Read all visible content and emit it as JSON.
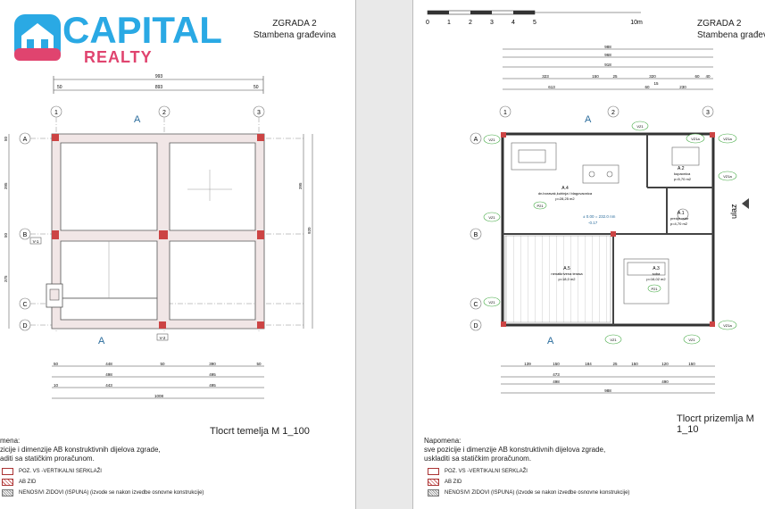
{
  "left_sheet": {
    "building": "ZGRADA 2",
    "subtitle": "Stambena građevina",
    "plan_title": "Tlocrt temelja M 1_100",
    "note_heading": "mena:",
    "note_line1": "zicije i dimenzije AB konstruktivnih dijelova zgrade,",
    "note_line2": "aditi sa statičkim proračunom.",
    "legend": [
      {
        "label": "POZ. VS -VERTIKALNI SERKLAŽI"
      },
      {
        "label": "AB ZID"
      },
      {
        "label": "NENOSIVI ZIDOVI (ISPUNA) (izvode se nakon izvedbe osnovne konstrukcije)"
      }
    ],
    "dims_top": [
      "993",
      "50",
      "893",
      "50"
    ],
    "dims_bottom": [
      "50",
      "448",
      "50",
      "390",
      "50",
      "498",
      "495",
      "10",
      "443",
      "495",
      "1008"
    ],
    "dims_side": [
      "50",
      "395",
      "50",
      "375",
      "50",
      "920"
    ],
    "axes": [
      "1",
      "2",
      "3",
      "A",
      "B",
      "C",
      "D"
    ],
    "section_marks": [
      "A",
      "A"
    ],
    "tags": [
      "V-1",
      "V-2"
    ]
  },
  "right_sheet": {
    "building": "ZGRADA 2",
    "subtitle": "Stambena građevina",
    "plan_title": "Tlocrt prizemlja M 1_10",
    "note_heading": "Napomena:",
    "note_line1": "sve pozicije i dimenzije AB konstruktivnih dijelova zgrade,",
    "note_line2": "uskladiti sa statičkim proračunom.",
    "legend": [
      {
        "label": "POZ. VS -VERTIKALNI SERKLAŽI"
      },
      {
        "label": "AB ZID"
      },
      {
        "label": "NENOSIVI ZIDOVI (ISPUNA) (izvode se nakon izvedbe osnovne konstrukcije)"
      }
    ],
    "scale_ticks": [
      "0",
      "1",
      "2",
      "3",
      "4",
      "5",
      "10m"
    ],
    "dims_top": [
      "988",
      "968",
      "918",
      "323",
      "150",
      "25",
      "320",
      "613",
      "60",
      "15",
      "230",
      "60",
      "40"
    ],
    "dims_bottom": [
      "139",
      "150",
      "184",
      "25",
      "150",
      "120",
      "150",
      "473",
      "498",
      "490",
      "988"
    ],
    "rooms": [
      {
        "id": "A.4",
        "name": "dn.boravak,kuhinja i blagovaonica",
        "area": "p=28,25 m2"
      },
      {
        "id": "A.2",
        "name": "kupaonica",
        "area": "p=5,70 m2"
      },
      {
        "id": "A.1",
        "name": "predprostor",
        "area": "p=4,70 m2"
      },
      {
        "id": "A.5",
        "name": "nenatkrivena terasa",
        "area": "p=18,0 m2"
      },
      {
        "id": "A.3",
        "name": "soba",
        "area": "p=16,02 m2"
      }
    ],
    "level": "± 0.00 = 232.0 nm",
    "level2": "-0.17",
    "entry": "ulaz",
    "window_tags": [
      "VZ1",
      "VZ1",
      "VZ1",
      "VZ1",
      "VZ1",
      "VZ1",
      "VZ1a",
      "VZ1a",
      "VZ1a",
      "VZ1a"
    ],
    "floor_tags": [
      "P21",
      "P21"
    ],
    "axes": [
      "1",
      "2",
      "3",
      "A",
      "B",
      "C",
      "D"
    ],
    "section_marks": [
      "A",
      "A"
    ]
  },
  "logo": {
    "word": "CAPITAL",
    "sub": "REALTY",
    "colors": {
      "blue": "#2aa9e4",
      "pink": "#e0446f"
    },
    "icon": "house-icon"
  }
}
